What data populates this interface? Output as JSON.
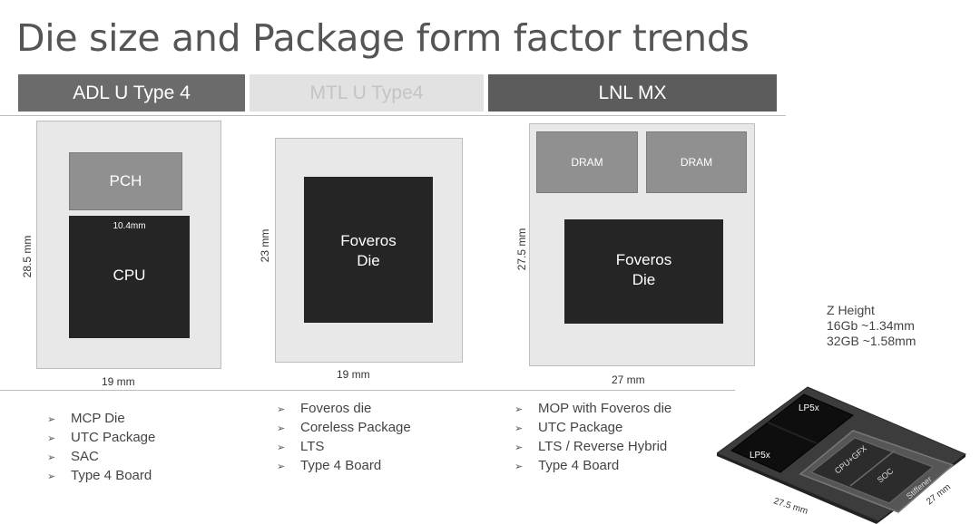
{
  "title": "Die size and Package form factor trends",
  "headers": {
    "adl": "ADL U Type 4",
    "mtl": "MTL U Type4",
    "lnl": "LNL MX"
  },
  "adl": {
    "pch": "PCH",
    "cpu_dim": "10.4mm",
    "cpu": "CPU",
    "height": "28.5 mm",
    "width": "19 mm",
    "bullets": [
      "MCP Die",
      "UTC Package",
      "SAC",
      "Type 4 Board"
    ]
  },
  "mtl": {
    "die_line1": "Foveros",
    "die_line2": "Die",
    "height": "23 mm",
    "width": "19 mm",
    "bullets": [
      "Foveros die",
      "Coreless Package",
      "LTS",
      "Type 4 Board"
    ]
  },
  "lnl": {
    "dram1": "DRAM",
    "dram2": "DRAM",
    "die_line1": "Foveros",
    "die_line2": "Die",
    "height": "27.5 mm",
    "width": "27 mm",
    "bullets": [
      "MOP with Foveros die",
      "UTC Package",
      "LTS / Reverse Hybrid",
      "Type 4 Board"
    ]
  },
  "zheight": {
    "title": "Z Height",
    "line1": "16Gb ~1.34mm",
    "line2": "32GB ~1.58mm"
  },
  "render3d": {
    "lp5x_top": "LP5x",
    "lp5x_bottom": "LP5x",
    "cpu_gfx": "CPU+GFX",
    "soc": "SOC",
    "stiffener": "Stiffener",
    "dim_bottom": "27.5 mm",
    "dim_right": "27 mm"
  },
  "bullet_glyph": "➢"
}
